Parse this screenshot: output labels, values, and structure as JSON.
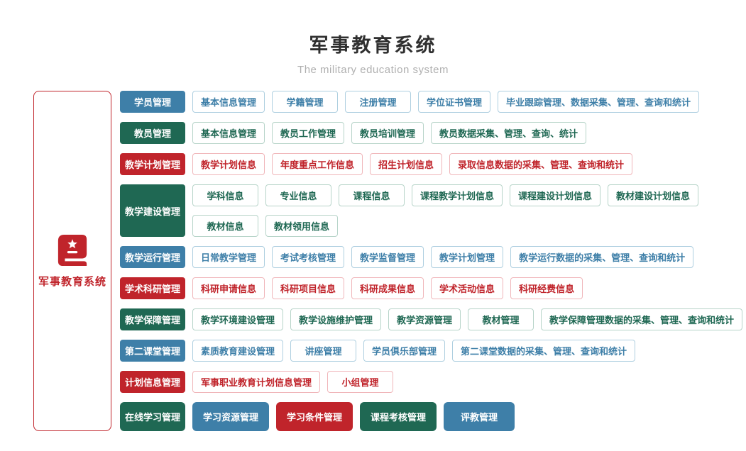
{
  "header": {
    "title": "军事教育系统",
    "subtitle": "The military education system"
  },
  "sidebar": {
    "label": "军事教育系统",
    "icon": "red-book-icon"
  },
  "palette": {
    "blue": "#3e7fa8",
    "green": "#1f6853",
    "red": "#c0242b",
    "blue_light": "#aecfe0",
    "green_light": "#b7d4c9",
    "red_light": "#f0b6ba",
    "title_color": "#2f2f2f",
    "subtitle_color": "#b0b0b0"
  },
  "rows": [
    {
      "category": {
        "label": "学员管理",
        "color": "blue"
      },
      "lines": [
        [
          {
            "label": "基本信息管理",
            "color": "blue",
            "variant": "outline"
          },
          {
            "label": "学籍管理",
            "color": "blue",
            "variant": "outline"
          },
          {
            "label": "注册管理",
            "color": "blue",
            "variant": "outline"
          },
          {
            "label": "学位证书管理",
            "color": "blue",
            "variant": "outline"
          },
          {
            "label": "毕业跟踪管理、数据采集、管理、查询和统计",
            "color": "blue",
            "variant": "outline"
          }
        ]
      ]
    },
    {
      "category": {
        "label": "教员管理",
        "color": "green"
      },
      "lines": [
        [
          {
            "label": "基本信息管理",
            "color": "green",
            "variant": "outline"
          },
          {
            "label": "教员工作管理",
            "color": "green",
            "variant": "outline"
          },
          {
            "label": "教员培训管理",
            "color": "green",
            "variant": "outline"
          },
          {
            "label": "教员数据采集、管理、查询、统计",
            "color": "green",
            "variant": "outline"
          }
        ]
      ]
    },
    {
      "category": {
        "label": "教学计划管理",
        "color": "red"
      },
      "lines": [
        [
          {
            "label": "教学计划信息",
            "color": "red",
            "variant": "outline"
          },
          {
            "label": "年度重点工作信息",
            "color": "red",
            "variant": "outline"
          },
          {
            "label": "招生计划信息",
            "color": "red",
            "variant": "outline"
          },
          {
            "label": "录取信息数据的采集、管理、查询和统计",
            "color": "red",
            "variant": "outline"
          }
        ]
      ]
    },
    {
      "category": {
        "label": "教学建设管理",
        "color": "green"
      },
      "lines": [
        [
          {
            "label": "学科信息",
            "color": "green",
            "variant": "outline"
          },
          {
            "label": "专业信息",
            "color": "green",
            "variant": "outline"
          },
          {
            "label": "课程信息",
            "color": "green",
            "variant": "outline"
          },
          {
            "label": "课程教学计划信息",
            "color": "green",
            "variant": "outline"
          },
          {
            "label": "课程建设计划信息",
            "color": "green",
            "variant": "outline"
          },
          {
            "label": "教材建设计划信息",
            "color": "green",
            "variant": "outline"
          }
        ],
        [
          {
            "label": "教材信息",
            "color": "green",
            "variant": "outline"
          },
          {
            "label": "教材领用信息",
            "color": "green",
            "variant": "outline"
          }
        ]
      ]
    },
    {
      "category": {
        "label": "教学运行管理",
        "color": "blue"
      },
      "lines": [
        [
          {
            "label": "日常教学管理",
            "color": "blue",
            "variant": "outline"
          },
          {
            "label": "考试考核管理",
            "color": "blue",
            "variant": "outline"
          },
          {
            "label": "教学监督管理",
            "color": "blue",
            "variant": "outline"
          },
          {
            "label": "教学计划管理",
            "color": "blue",
            "variant": "outline"
          },
          {
            "label": "教学运行数据的采集、管理、查询和统计",
            "color": "blue",
            "variant": "outline"
          }
        ]
      ]
    },
    {
      "category": {
        "label": "学术科研管理",
        "color": "red"
      },
      "lines": [
        [
          {
            "label": "科研申请信息",
            "color": "red",
            "variant": "outline"
          },
          {
            "label": "科研项目信息",
            "color": "red",
            "variant": "outline"
          },
          {
            "label": "科研成果信息",
            "color": "red",
            "variant": "outline"
          },
          {
            "label": "学术活动信息",
            "color": "red",
            "variant": "outline"
          },
          {
            "label": "科研经费信息",
            "color": "red",
            "variant": "outline"
          }
        ]
      ]
    },
    {
      "category": {
        "label": "教学保障管理",
        "color": "green"
      },
      "lines": [
        [
          {
            "label": "教学环境建设管理",
            "color": "green",
            "variant": "outline"
          },
          {
            "label": "教学设施维护管理",
            "color": "green",
            "variant": "outline"
          },
          {
            "label": "教学资源管理",
            "color": "green",
            "variant": "outline"
          },
          {
            "label": "教材管理",
            "color": "green",
            "variant": "outline"
          },
          {
            "label": "教学保障管理数据的采集、管理、查询和统计",
            "color": "green",
            "variant": "outline"
          }
        ]
      ]
    },
    {
      "category": {
        "label": "第二课堂管理",
        "color": "blue"
      },
      "lines": [
        [
          {
            "label": "素质教育建设管理",
            "color": "blue",
            "variant": "outline"
          },
          {
            "label": "讲座管理",
            "color": "blue",
            "variant": "outline"
          },
          {
            "label": "学员俱乐部管理",
            "color": "blue",
            "variant": "outline"
          },
          {
            "label": "第二课堂数据的采集、管理、查询和统计",
            "color": "blue",
            "variant": "outline"
          }
        ]
      ]
    },
    {
      "category": {
        "label": "计划信息管理",
        "color": "red"
      },
      "lines": [
        [
          {
            "label": "军事职业教育计划信息管理",
            "color": "red",
            "variant": "outline"
          },
          {
            "label": "小组管理",
            "color": "red",
            "variant": "outline"
          }
        ]
      ]
    },
    {
      "category": {
        "label": "在线学习管理",
        "color": "green"
      },
      "size": "large",
      "lines": [
        [
          {
            "label": "学习资源管理",
            "color": "blue",
            "variant": "solid"
          },
          {
            "label": "学习条件管理",
            "color": "red",
            "variant": "solid"
          },
          {
            "label": "课程考核管理",
            "color": "green",
            "variant": "solid"
          },
          {
            "label": "评教管理",
            "color": "blue",
            "variant": "solid"
          }
        ]
      ]
    }
  ]
}
